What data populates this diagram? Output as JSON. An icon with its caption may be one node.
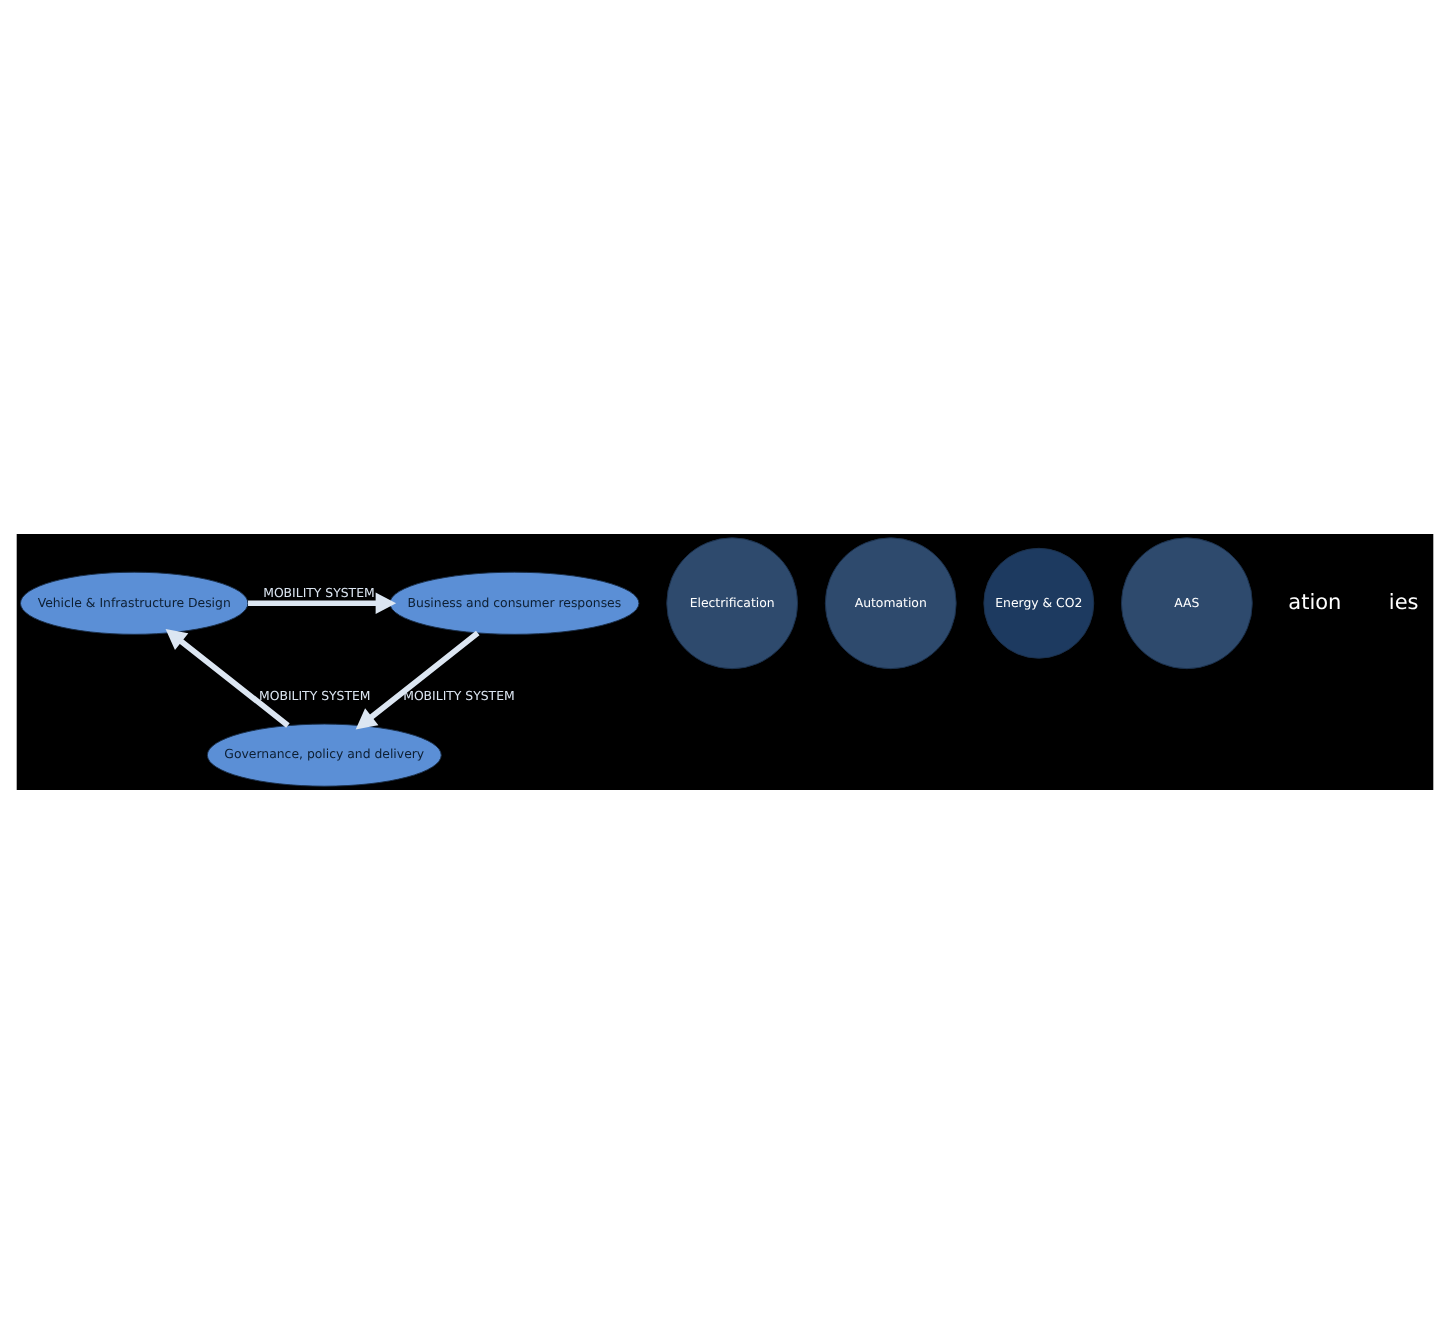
{
  "diagram": {
    "nodes": [
      {
        "text": [
          "Vehicle & Infrastructure Design"
        ]
      },
      {
        "text": [
          "Electrification"
        ]
      },
      {
        "text": [
          "Business and consumer responses"
        ]
      },
      {
        "text": [
          "Energy & CO2"
        ]
      },
      {
        "text": [
          "Automation"
        ]
      },
      {
        "text": [
          "AAS"
        ]
      },
      {
        "text": [
          "Governance, policy and delivery"
        ]
      }
    ],
    "edges": [
      {
        "from": 0,
        "to": 2,
        "arrow": "to",
        "label": "MOBILITY SYSTEM"
      },
      {
        "from": 2,
        "to": 6,
        "arrow": "to",
        "label": "MOBILITY SYSTEM"
      },
      {
        "from": 6,
        "to": 0,
        "arrow": "to",
        "label": "MOBILITY SYSTEM"
      }
    ],
    "labels": [
      "ation",
      "ies"
    ]
  }
}
